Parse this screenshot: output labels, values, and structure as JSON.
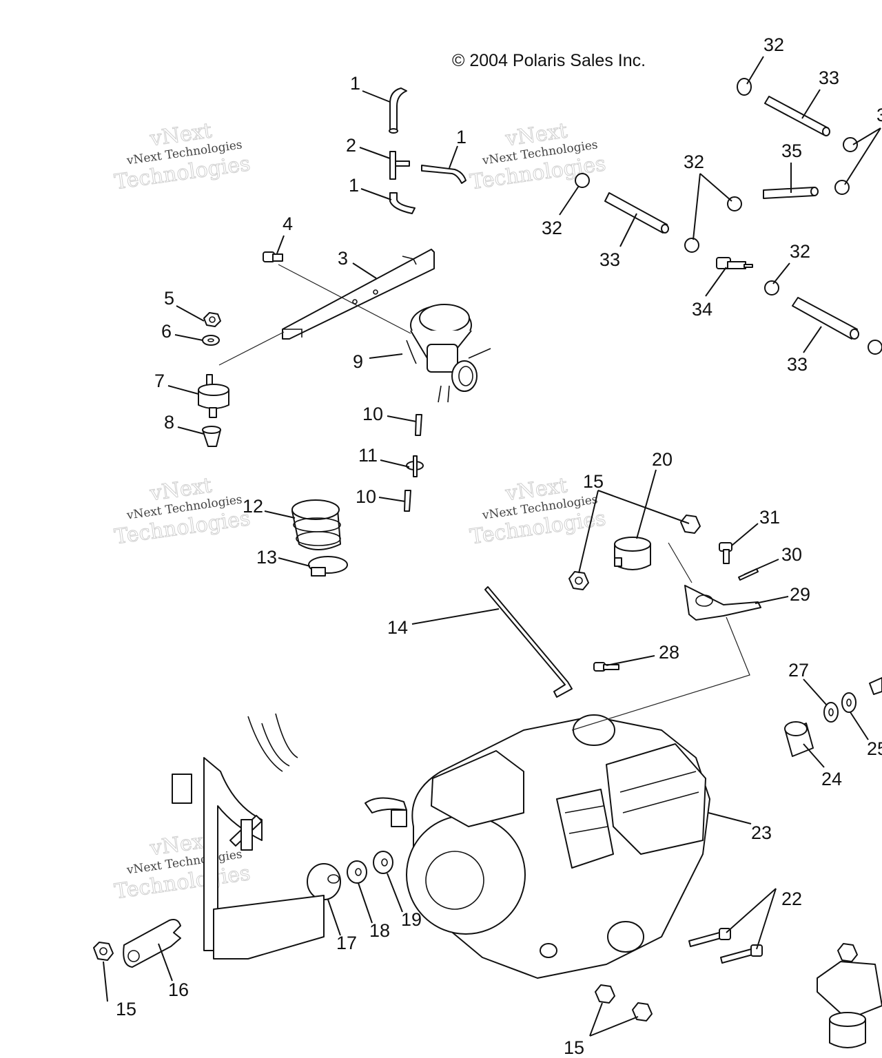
{
  "copyright": "© 2004 Polaris Sales Inc.",
  "watermark": {
    "line1": "vNext Technologies",
    "line2": "vNext",
    "line3": "Technologies"
  },
  "callouts": [
    {
      "id": "1a",
      "label": "1"
    },
    {
      "id": "2",
      "label": "2"
    },
    {
      "id": "1b",
      "label": "1"
    },
    {
      "id": "1c",
      "label": "1"
    },
    {
      "id": "3",
      "label": "3"
    },
    {
      "id": "4",
      "label": "4"
    },
    {
      "id": "5",
      "label": "5"
    },
    {
      "id": "6",
      "label": "6"
    },
    {
      "id": "7",
      "label": "7"
    },
    {
      "id": "8",
      "label": "8"
    },
    {
      "id": "9",
      "label": "9"
    },
    {
      "id": "10a",
      "label": "10"
    },
    {
      "id": "11",
      "label": "11"
    },
    {
      "id": "10b",
      "label": "10"
    },
    {
      "id": "12",
      "label": "12"
    },
    {
      "id": "13",
      "label": "13"
    },
    {
      "id": "14",
      "label": "14"
    },
    {
      "id": "15a",
      "label": "15"
    },
    {
      "id": "15b",
      "label": "15"
    },
    {
      "id": "15c",
      "label": "15"
    },
    {
      "id": "16",
      "label": "16"
    },
    {
      "id": "17",
      "label": "17"
    },
    {
      "id": "18",
      "label": "18"
    },
    {
      "id": "19",
      "label": "19"
    },
    {
      "id": "20",
      "label": "20"
    },
    {
      "id": "22",
      "label": "22"
    },
    {
      "id": "23",
      "label": "23"
    },
    {
      "id": "24",
      "label": "24"
    },
    {
      "id": "25",
      "label": "25"
    },
    {
      "id": "27",
      "label": "27"
    },
    {
      "id": "28",
      "label": "28"
    },
    {
      "id": "29",
      "label": "29"
    },
    {
      "id": "30",
      "label": "30"
    },
    {
      "id": "31",
      "label": "31"
    },
    {
      "id": "32a",
      "label": "32"
    },
    {
      "id": "32b",
      "label": "32"
    },
    {
      "id": "32c",
      "label": "32"
    },
    {
      "id": "32d",
      "label": "32"
    },
    {
      "id": "33a",
      "label": "33"
    },
    {
      "id": "33b",
      "label": "33"
    },
    {
      "id": "33c",
      "label": "33"
    },
    {
      "id": "34",
      "label": "34"
    },
    {
      "id": "35",
      "label": "35"
    },
    {
      "id": "3edge",
      "label": "3"
    }
  ]
}
